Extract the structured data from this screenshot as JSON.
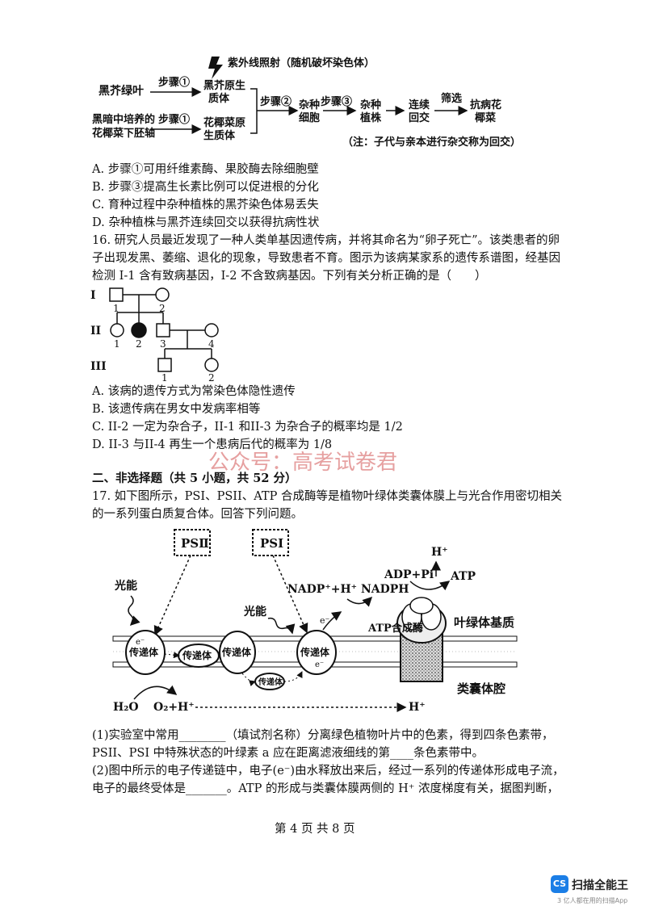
{
  "flow": {
    "uv_label": "紫外线照射（随机破坏染色体）",
    "src1": "黑芥绿叶",
    "src2_line1": "黑暗中培养的",
    "src2_line2": "花椰菜下胚轴",
    "step1a": "步骤①",
    "step1b": "步骤①",
    "proto1_line1": "黑芥原生",
    "proto1_line2": "质体",
    "proto2_line1": "花椰菜原",
    "proto2_line2": "生质体",
    "step2": "步骤②",
    "hybrid_cell_line1": "杂种",
    "hybrid_cell_line2": "细胞",
    "step3": "步骤③",
    "hybrid_plant_line1": "杂种",
    "hybrid_plant_line2": "植株",
    "backcross_line1": "连续",
    "backcross_line2": "回交",
    "screen": "筛选",
    "result_line1": "抗病花",
    "result_line2": "椰菜",
    "note": "（注：子代与亲本进行杂交称为回交）"
  },
  "q15_options": [
    "A. 步骤①可用纤维素酶、果胶酶去除细胞壁",
    "B. 步骤③提高生长素比例可以促进根的分化",
    "C. 育种过程中杂种植株的黑芥染色体易丢失",
    "D. 杂种植株与黑芥连续回交以获得抗病性状"
  ],
  "q16": {
    "line1": "16. 研究人员最近发现了一种人类单基因遗传病，并将其命名为“卵子死亡”。该类患者的卵",
    "line2": "子出现发黑、萎缩、退化的现象，导致患者不育。图示为该病某家系的遗传系谱图，经基因",
    "line3": "检测 I-1 含有致病基因，I-2 不含致病基因。下列有关分析正确的是（　　）",
    "gen_labels": [
      "I",
      "II",
      "III"
    ],
    "nums": [
      "1",
      "2",
      "1",
      "2",
      "3",
      "4",
      "1",
      "2"
    ],
    "options": [
      "A. 该病的遗传方式为常染色体隐性遗传",
      "B. 该遗传病在男女中发病率相等",
      "C. II-2 一定为杂合子，II-1 和II-3 为杂合子的概率均是 1/2",
      "D. II-3 与II-4 再生一个患病后代的概率为 1/8"
    ]
  },
  "watermark": "公众号：高考试卷君",
  "section2": "二、非选择题（共 5 小题，共 52 分）",
  "q17": {
    "line1": "17. 如下图所示，PSI、PSII、ATP 合成酶等是植物叶绿体类囊体膜上与光合作用密切相关",
    "line2": "的一系列蛋白质复合体。回答下列问题。",
    "psii": "PSⅡ",
    "psi": "PSⅠ",
    "light1": "光能",
    "light2": "光能",
    "nadp": "NADP⁺+H⁺ NADPH",
    "adp": "ADP+Pi",
    "atp": "ATP",
    "hplus_top": "H⁺",
    "atp_synthase": "ATP合成酶",
    "stroma": "叶绿体基质",
    "lumen": "类囊体腔",
    "carrier": "传递体",
    "h2o": "H₂O",
    "o2": "O₂+H⁺",
    "hplus_bottom": "H⁺",
    "electron": "e⁻",
    "q1": "(1)实验室中常用________（填试剂名称）分离绿色植物叶片中的色素，得到四条色素带，",
    "q1b": "PSII、PSI 中特殊状态的叶绿素 a 应在距离滤液细线的第____条色素带中。",
    "q2": "(2)图中所示的电子传递链中，电子(e⁻)由水释放出来后，经过一系列的传递体形成电子流，",
    "q2b": "电子的最终受体是_______。ATP 的形成与类囊体膜两侧的 H⁺ 浓度梯度有关，据图判断，"
  },
  "footer": {
    "page": "第 4 页 共 8 页",
    "app_badge": "CS",
    "app_name": "扫描全能王",
    "app_sub": "3 亿人都在用的扫描App"
  }
}
